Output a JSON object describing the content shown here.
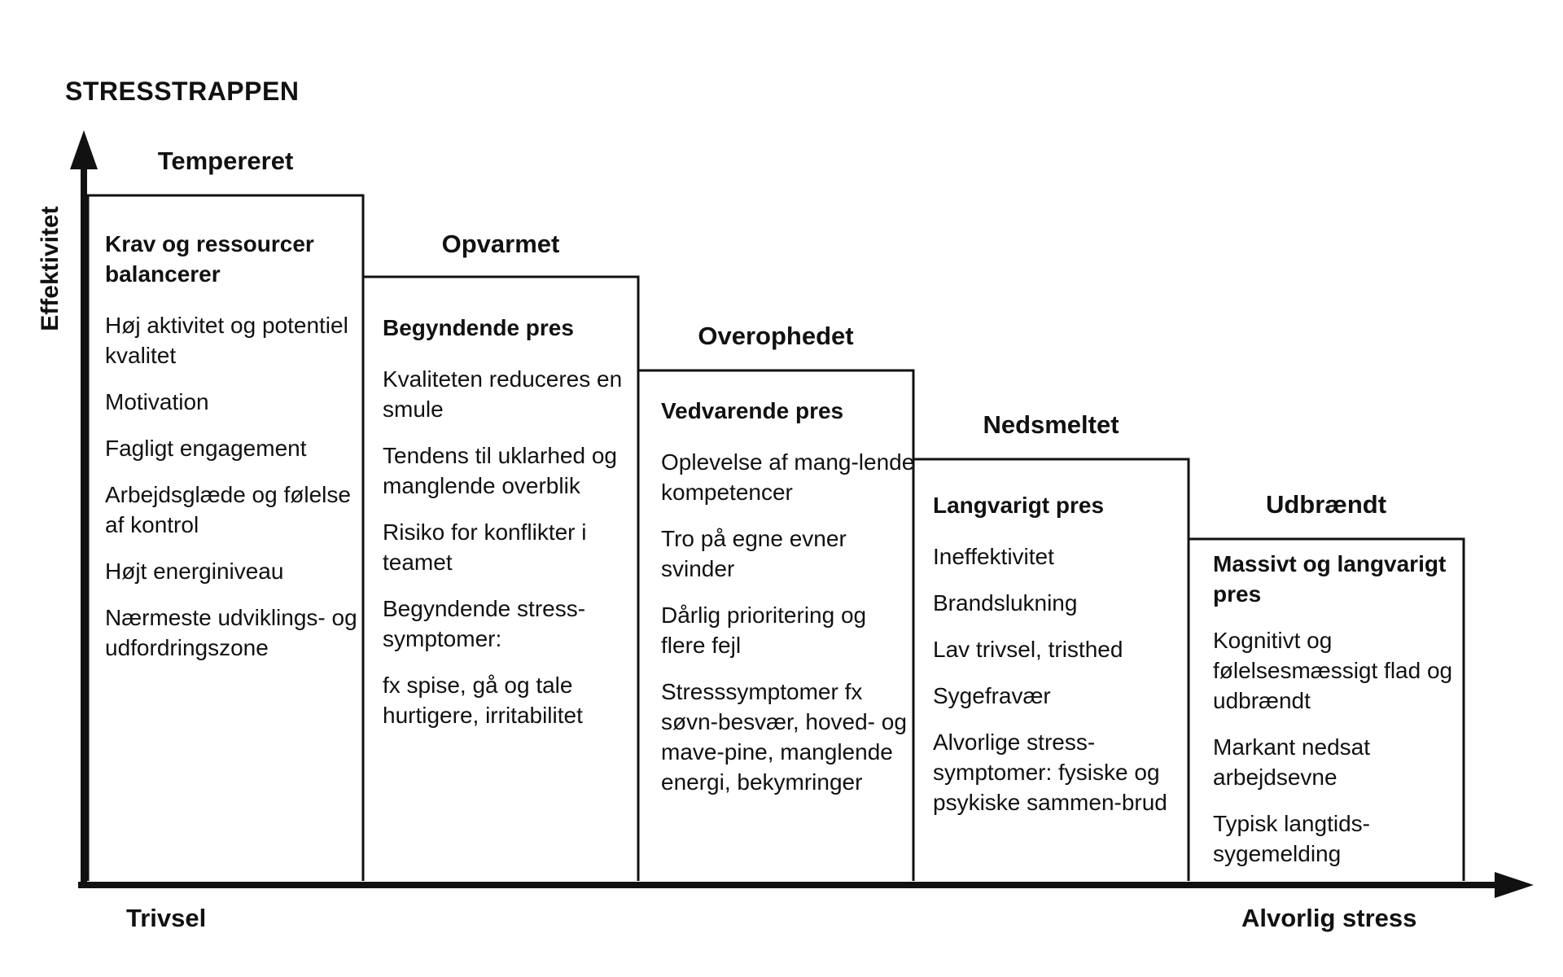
{
  "title": "STRESSTRAPPEN",
  "axes": {
    "y_label": "Effektivitet",
    "x_left_label": "Trivsel",
    "x_right_label": "Alvorlig stress"
  },
  "colors": {
    "ink": "#111111",
    "background": "#ffffff"
  },
  "steps": [
    {
      "title": "Tempereret",
      "heading": "Krav og ressourcer balancerer",
      "items": [
        "Høj aktivitet og potentiel kvalitet",
        "Motivation",
        "Fagligt engagement",
        "Arbejdsglæde og følelse af kontrol",
        "Højt energiniveau",
        "Nærmeste udviklings- og udfordringszone"
      ]
    },
    {
      "title": "Opvarmet",
      "heading": "Begyndende pres",
      "items": [
        "Kvaliteten reduceres en smule",
        "Tendens til uklarhed og manglende overblik",
        "Risiko for konflikter i teamet",
        "Begyndende stress-symptomer:",
        "fx spise, gå og tale hurtigere, irritabilitet"
      ]
    },
    {
      "title": "Overophedet",
      "heading": "Vedvarende pres",
      "items": [
        "Oplevelse af mang-lende kompetencer",
        "Tro på egne evner svinder",
        "Dårlig prioritering og flere fejl",
        "Stresssymptomer fx søvn-besvær, hoved- og mave-pine, manglende energi, bekymringer"
      ]
    },
    {
      "title": "Nedsmeltet",
      "heading": "Langvarigt pres",
      "items": [
        "Ineffektivitet",
        "Brandslukning",
        "Lav trivsel, tristhed",
        "Sygefravær",
        "Alvorlige stress-symptomer: fysiske og psykiske sammen-brud"
      ]
    },
    {
      "title": "Udbrændt",
      "heading": "Massivt og langvarigt pres",
      "items": [
        "Kognitivt og følelsesmæssigt flad og udbrændt",
        "Markant nedsat arbejdsevne",
        "Typisk langtids-sygemelding"
      ]
    }
  ]
}
